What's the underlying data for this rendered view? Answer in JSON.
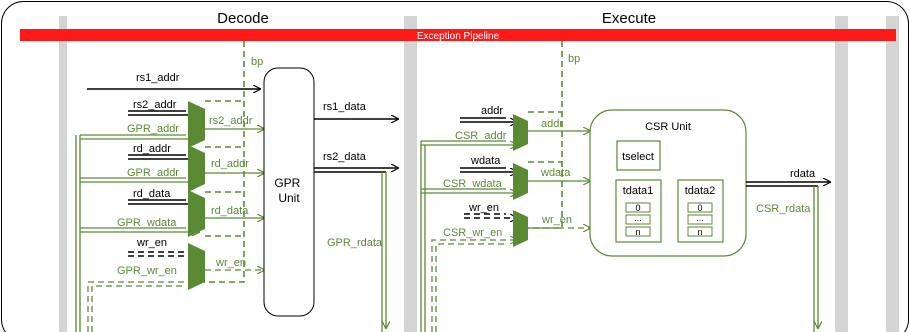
{
  "stages": {
    "decode": "Decode",
    "execute": "Execute"
  },
  "pipeline_bar": "Exception Pipeline",
  "colors": {
    "green": "#5b8a35",
    "red": "#ff1a1a",
    "band": "#d4d4d4",
    "black": "#000000"
  },
  "decode": {
    "bp": "bp",
    "inputs": [
      "rs1_addr",
      "rs2_addr",
      "GPR_addr",
      "rd_addr",
      "GPR_addr",
      "rd_data",
      "GPR_wdata",
      "wr_en",
      "GPR_wr_en"
    ],
    "mux_outputs": [
      "rs2_addr",
      "rd_addr",
      "rd_data",
      "wr_en"
    ],
    "block": "GPR\nUnit",
    "outputs": [
      "rs1_data",
      "rs2_data"
    ],
    "feedback": "GPR_rdata"
  },
  "execute": {
    "bp": "bp",
    "inputs": [
      "addr",
      "CSR_addr",
      "wdata",
      "CSR_wdata",
      "wr_en",
      "CSR_wr_en"
    ],
    "mux_outputs": [
      "addr",
      "wdata",
      "wr_en"
    ],
    "csr_title": "CSR Unit",
    "tselect": "tselect",
    "tdata1": {
      "title": "tdata1",
      "cells": [
        "0",
        "...",
        "n"
      ]
    },
    "tdata2": {
      "title": "tdata2",
      "cells": [
        "0",
        "...",
        "n"
      ]
    },
    "output": "rdata",
    "feedback": "CSR_rdata"
  }
}
